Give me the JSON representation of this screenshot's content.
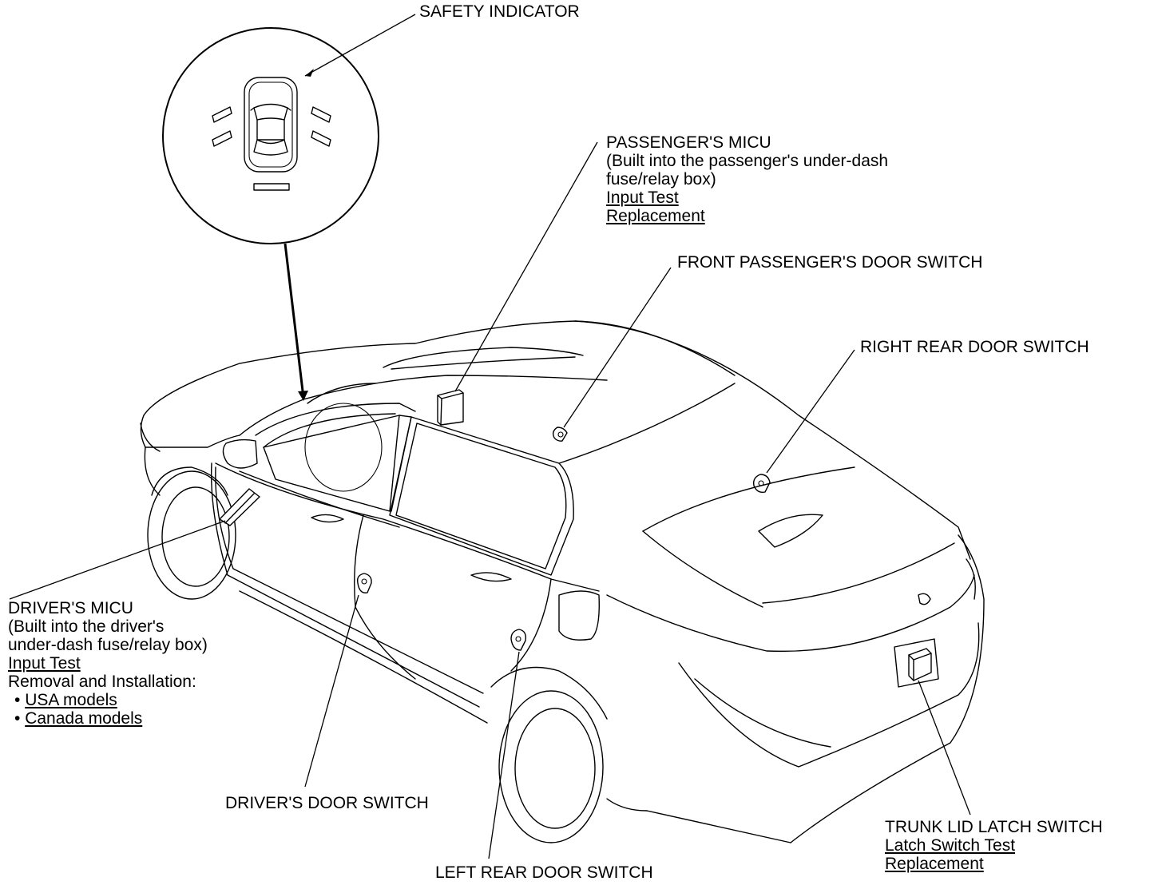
{
  "labels": {
    "safety_indicator": "SAFETY INDICATOR",
    "passengers_micu": {
      "title": "PASSENGER'S MICU",
      "desc1": "(Built into the passenger's under-dash",
      "desc2": "fuse/relay box)",
      "link_input_test": "Input Test",
      "link_replacement": "Replacement"
    },
    "front_passengers_door_switch": "FRONT PASSENGER'S DOOR SWITCH",
    "right_rear_door_switch": "RIGHT REAR DOOR SWITCH",
    "drivers_micu": {
      "title": "DRIVER'S MICU",
      "desc1": "(Built into the driver's",
      "desc2": "under-dash fuse/relay box)",
      "link_input_test": "Input Test",
      "removal_installation": "Removal and Installation:",
      "link_usa": "USA models",
      "link_canada": "Canada models"
    },
    "drivers_door_switch": "DRIVER'S DOOR SWITCH",
    "left_rear_door_switch": "LEFT REAR DOOR SWITCH",
    "trunk_lid_latch_switch": {
      "title": "TRUNK LID LATCH SWITCH",
      "link_latch_switch_test": "Latch Switch Test",
      "link_replacement": "Replacement"
    }
  },
  "icons": [
    "car-outline-illustration",
    "safety-indicator-detail-icon",
    "micu-box-icon",
    "door-switch-icon",
    "latch-switch-icon"
  ]
}
